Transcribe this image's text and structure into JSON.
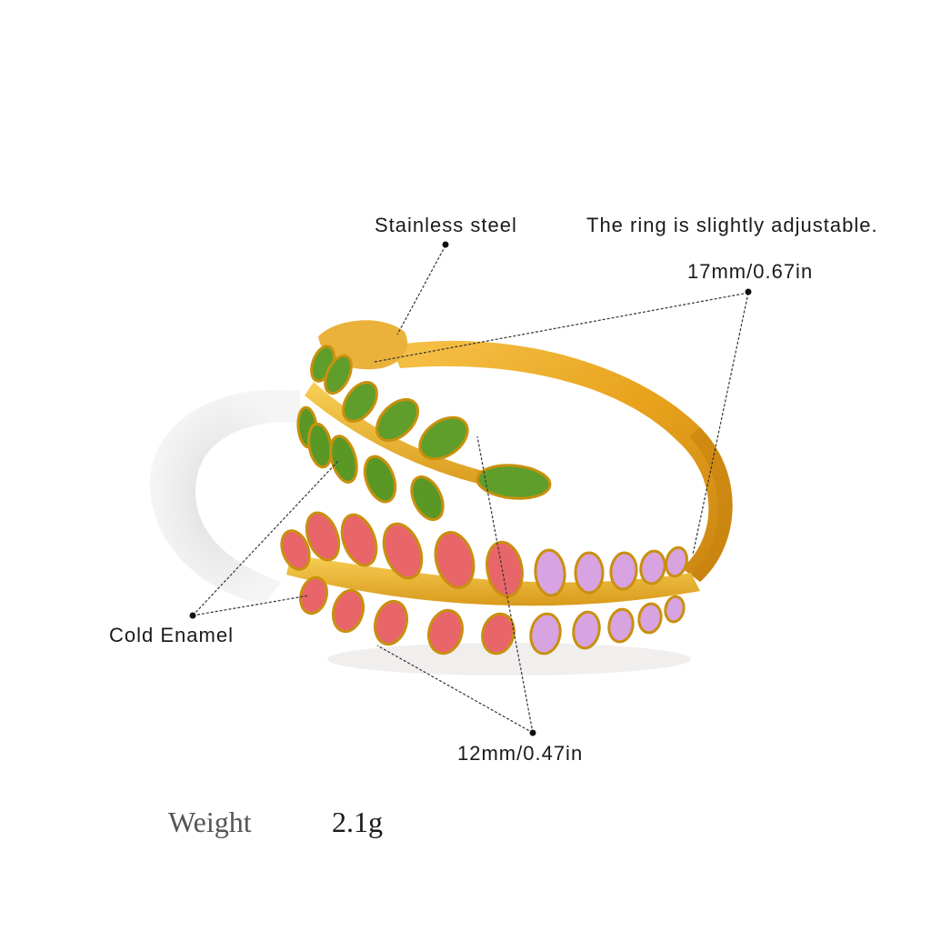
{
  "annotations": {
    "material": "Stainless steel",
    "adjustable_note": "The ring is slightly adjustable.",
    "inner_diameter": "17mm/0.67in",
    "enamel": "Cold Enamel",
    "width": "12mm/0.47in"
  },
  "specs": {
    "weight_label": "Weight",
    "weight_value": "2.1g"
  },
  "product": {
    "type": "adjustable leaf wrap ring",
    "band_color": "#e8a520",
    "enamel_colors": {
      "green": "#5f9e2a",
      "coral": "#e8666a",
      "lilac": "#d7a3e0"
    }
  }
}
